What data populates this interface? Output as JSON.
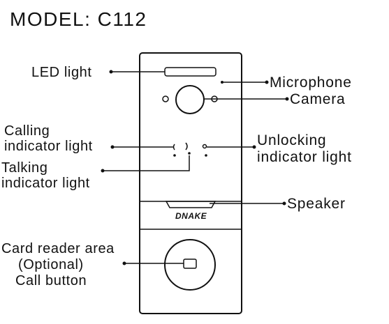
{
  "title": "MODEL: C112",
  "brand": "DNAKE",
  "labels": {
    "led_light": "LED light",
    "microphone": "Microphone",
    "camera": "Camera",
    "calling_line1": "Calling",
    "calling_line2": "indicator light",
    "unlocking_line1": "Unlocking",
    "unlocking_line2": "indicator light",
    "talking_line1": "Talking",
    "talking_line2": "indicator light",
    "speaker": "Speaker",
    "card_line1": "Card reader area",
    "card_line2": "(Optional)",
    "card_line3": "Call button"
  }
}
